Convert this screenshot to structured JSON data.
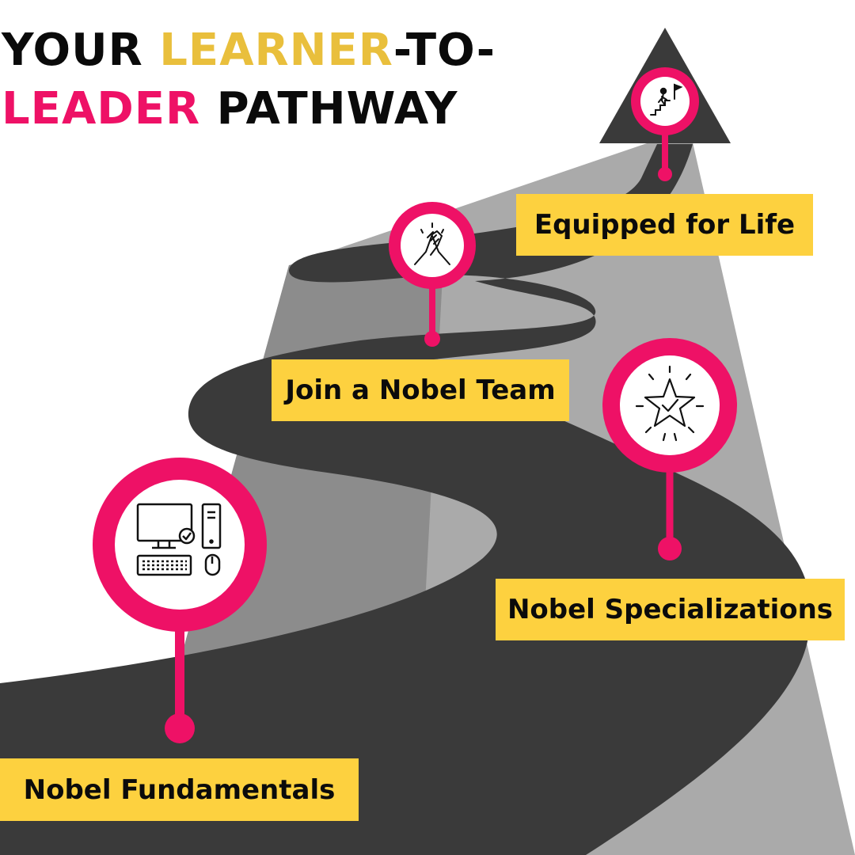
{
  "title": {
    "line1": [
      {
        "text": "YOUR ",
        "color": "#0a0a0a"
      },
      {
        "text": "LEARNER",
        "color": "#e9bf3c"
      },
      {
        "text": "-TO-",
        "color": "#0a0a0a"
      }
    ],
    "line2": [
      {
        "text": "LEADER",
        "color": "#ee1166"
      },
      {
        "text": " PATHWAY",
        "color": "#0a0a0a"
      }
    ]
  },
  "milestones": [
    {
      "id": "fundamentals",
      "label": "Nobel Fundamentals",
      "icon": "computer-icon"
    },
    {
      "id": "team",
      "label": "Join a Nobel Team",
      "icon": "handshake-icon"
    },
    {
      "id": "specializations",
      "label": "Nobel Specializations",
      "icon": "star-icon"
    },
    {
      "id": "equipped",
      "label": "Equipped for Life",
      "icon": "climbing-flag-icon"
    }
  ],
  "colors": {
    "pin": "#ee1166",
    "label_bg": "#fdd13f",
    "road": "#3a3a3a",
    "mountain_light": "#aaaaaa",
    "mountain_dark": "#888888"
  }
}
